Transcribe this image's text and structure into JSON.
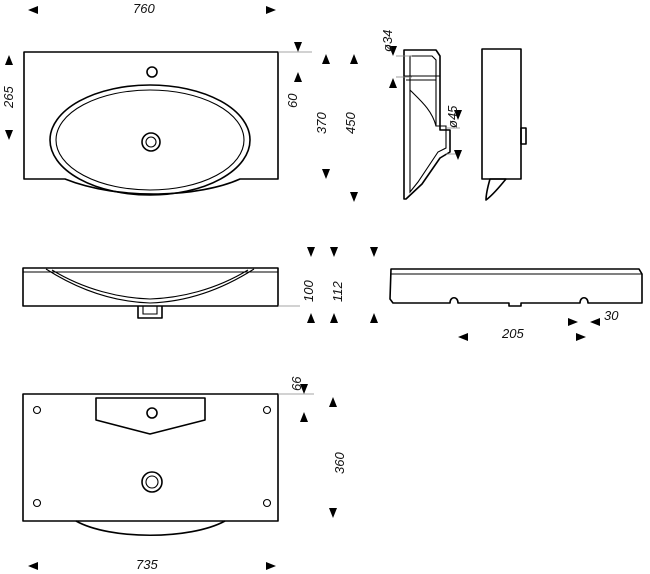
{
  "drawing": {
    "top_view": {
      "width": "760",
      "front_depth": "265",
      "tap_offset": "60",
      "inner_depth": "370",
      "total_depth": "450"
    },
    "side_section": {
      "tap_hole_dia": "ø34",
      "drain_dia": "ø45"
    },
    "front_view": {
      "height_inner": "100",
      "height_total": "112"
    },
    "rear_view": {
      "mount_spacing": "205",
      "mount_offset": "30"
    },
    "bottom_view": {
      "top_offset": "66",
      "hole_spacing": "360",
      "width": "735"
    }
  }
}
